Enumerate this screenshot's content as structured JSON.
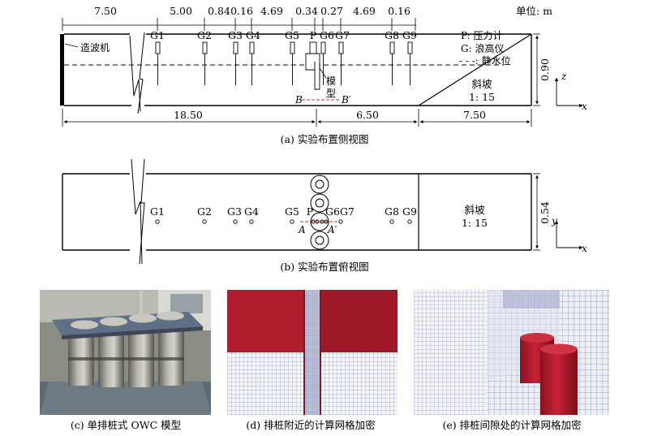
{
  "side_view": {
    "top_dims": [
      "7.50",
      "5.00",
      "0.84",
      "0.16",
      "4.69",
      "0.34",
      "0.27",
      "4.69",
      "0.16"
    ],
    "gauges": [
      "G1",
      "G2",
      "G3",
      "G4",
      "G5",
      "P",
      "G6",
      "G7",
      "G8",
      "G9"
    ],
    "wavemaker": "造波机",
    "model_label": "模型",
    "section_b": "B",
    "section_b2": "B′",
    "slope_label": "斜坡",
    "slope_ratio": "1: 15",
    "height_dim": "0.90",
    "bottom_dims": [
      "18.50",
      "6.50",
      "7.50"
    ],
    "axis_up": "z",
    "axis_right": "x",
    "caption": "(a) 实验布置侧视图"
  },
  "legend": {
    "unit": "单位: m",
    "p": "P: 压力计",
    "g": "G: 浪高仪",
    "swl": "- - -: 静水位"
  },
  "top_view": {
    "gauges": [
      "G1",
      "G2",
      "G3",
      "G4",
      "G5",
      "P",
      "G6",
      "G7",
      "G8",
      "G9"
    ],
    "section_a": "A",
    "section_a2": "A′",
    "slope_label": "斜坡",
    "slope_ratio": "1: 15",
    "width_dim": "0.54",
    "axis_up": "y",
    "axis_right": "x",
    "caption": "(b) 实验布置俯视图"
  },
  "photos": {
    "c_caption": "(c) 单排桩式 OWC 模型",
    "d_caption": "(d) 排桩附近的计算网格加密",
    "e_caption": "(e) 排桩间隙处的计算网格加密"
  },
  "colors": {
    "pile_red": "#b0192c",
    "mesh_bg": "#f4f4f6",
    "mesh_line": "#5566a8"
  }
}
